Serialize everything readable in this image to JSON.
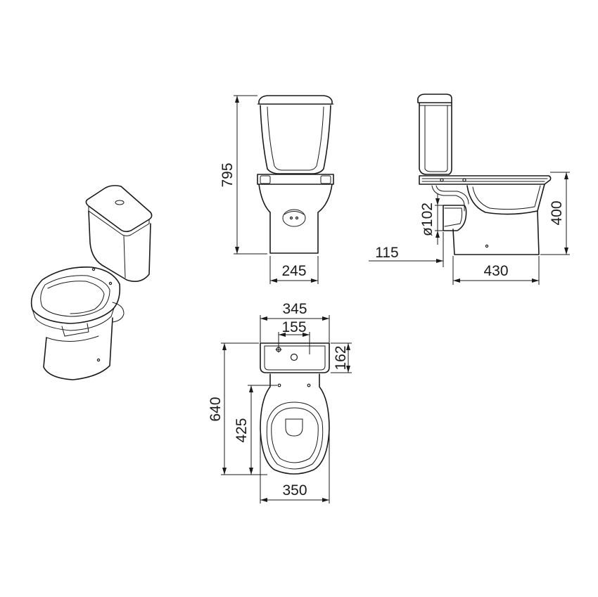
{
  "dimensions": {
    "front_height": "795",
    "front_base_width": "245",
    "side_seat_height": "400",
    "side_outlet_diameter": "ø102",
    "side_outlet_offset": "115",
    "side_depth": "430",
    "top_tank_width": "345",
    "top_fixing_spacing": "155",
    "top_tank_depth": "162",
    "top_overall_length": "640",
    "top_bowl_length": "425",
    "top_bowl_width": "350"
  }
}
